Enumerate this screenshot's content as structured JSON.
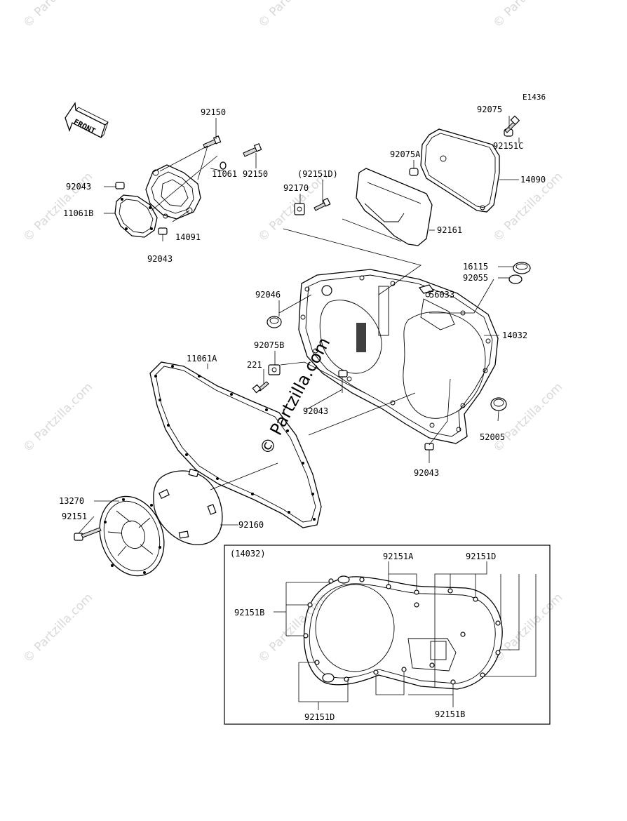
{
  "diagram_code": "E1436",
  "front_label": "FRONT",
  "watermark_small": "© Partzilla.com",
  "watermark_center": "© Partzilla.com",
  "inset_title": "(14032)",
  "labels": {
    "l92150a": "92150",
    "l92150b": "92150",
    "l92043a": "92043",
    "l11061": "11061",
    "l11061b": "11061B",
    "l14091": "14091",
    "l92043b": "92043",
    "l92075": "92075",
    "l92151c": "92151C",
    "l92075a": "92075A",
    "l14090": "14090",
    "l92151d_paren": "(92151D)",
    "l92170": "92170",
    "l92161": "92161",
    "l16115": "16115",
    "l92055": "92055",
    "l56033": "56033",
    "l92046": "92046",
    "l14032": "14032",
    "l92075b": "92075B",
    "l221": "221",
    "l11061a": "11061A",
    "l92043c": "92043",
    "l52005": "52005",
    "l92043d": "92043",
    "l13270": "13270",
    "l92151": "92151",
    "l92160": "92160",
    "l92151a": "92151A",
    "l92151d_top": "92151D",
    "l92151b_left": "92151B",
    "l92151d_bottom": "92151D",
    "l92151b_bottom": "92151B"
  }
}
